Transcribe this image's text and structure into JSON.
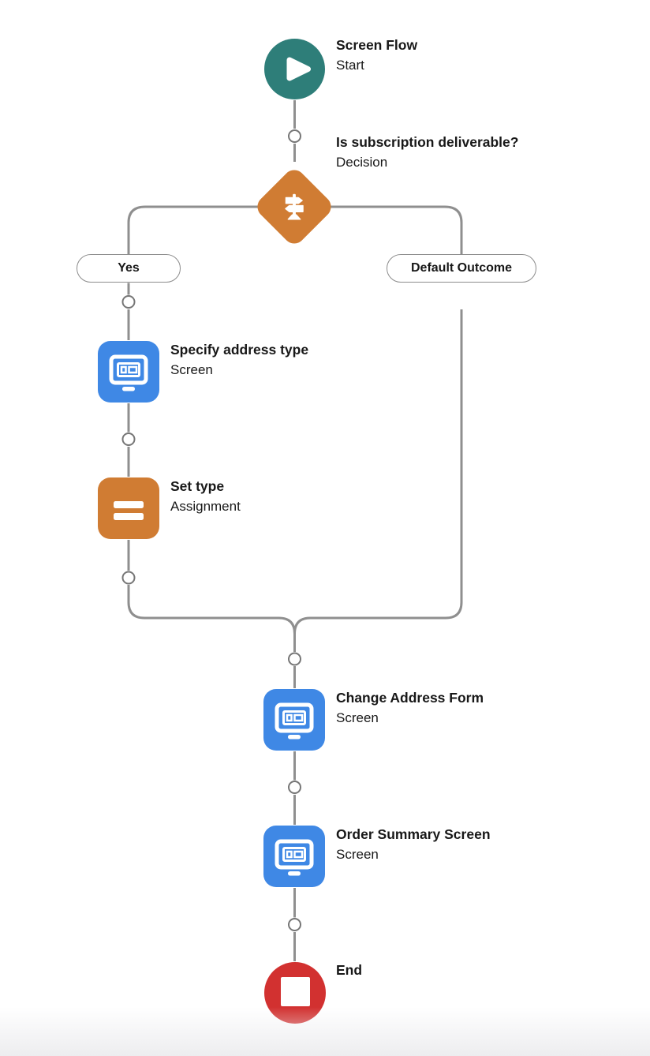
{
  "flow": {
    "start": {
      "title": "Screen Flow",
      "subtitle": "Start"
    },
    "decision": {
      "title": "Is subscription deliverable?",
      "subtitle": "Decision"
    },
    "screen_specify_address_type": {
      "title": "Specify address type",
      "subtitle": "Screen"
    },
    "assignment_set_type": {
      "title": "Set type",
      "subtitle": "Assignment"
    },
    "screen_change_address_form": {
      "title": "Change Address Form",
      "subtitle": "Screen"
    },
    "screen_order_summary": {
      "title": "Order Summary Screen",
      "subtitle": "Screen"
    },
    "end": {
      "title": "End"
    }
  },
  "branches": {
    "yes": "Yes",
    "default_outcome": "Default Outcome"
  },
  "icons": {
    "start": "play-icon",
    "decision": "signpost-icon",
    "screen": "screen-icon",
    "assignment": "equals-icon",
    "end": "stop-icon",
    "connector_dot": "add-element-circle"
  },
  "colors": {
    "start": "#2E7E79",
    "screen": "#3F88E5",
    "decision": "#D07C33",
    "assignment": "#D07C33",
    "end": "#D23130",
    "connector": "#8F8F8F",
    "pill_border": "#8C8C8C",
    "text": "#181818",
    "background": "#FFFFFF"
  }
}
